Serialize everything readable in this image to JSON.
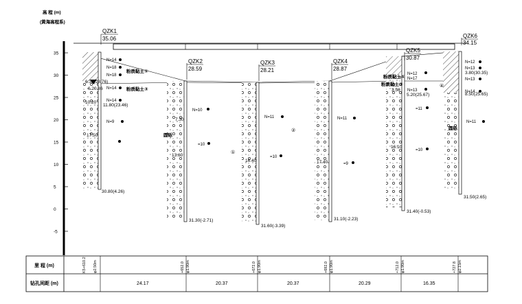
{
  "header": {
    "line1": "高 程 (m)",
    "line2": "(黄海高程系)"
  },
  "elev_scale": {
    "ticks": [
      "35",
      "30",
      "25",
      "20",
      "15",
      "10",
      "5",
      "0",
      "-5"
    ]
  },
  "boreholes": [
    {
      "id": "QZK1",
      "elev": "35.06",
      "depth_label": "30.80(4.26)",
      "layer_depths": [
        "6.30(28.76)",
        "10.20",
        "11.80(23.46)",
        "17.50"
      ],
      "water": "6.20.86",
      "n_values": [
        "N=14",
        "N=18",
        "N=18",
        "N=14",
        "N=14",
        "N=9"
      ],
      "soil_labels": [
        "粉质黏土①",
        "粉质黏土③"
      ]
    },
    {
      "id": "QZK2",
      "elev": "28.59",
      "depth_label": "31.30(-2.71)",
      "layer_depths": [
        "7.30",
        "13.60"
      ],
      "n_values": [
        "N=10",
        "=10"
      ],
      "soil_labels": [
        "圆砾"
      ]
    },
    {
      "id": "QZK3",
      "elev": "28.21",
      "depth_label": "31.60(-3.39)",
      "layer_depths": [
        "16.40"
      ],
      "n_values": [
        "N=11",
        "=10"
      ]
    },
    {
      "id": "QZK4",
      "elev": "28.87",
      "depth_label": "31.10(-2.23)",
      "layer_depths": [
        "17.40"
      ],
      "n_values": [
        "N=11",
        "=9"
      ]
    },
    {
      "id": "QZK5",
      "elev": "30.87",
      "depth_label": "31.40(-0.53)",
      "layer_depths": [
        "3.56",
        "5.20(25.67)",
        "16.10"
      ],
      "n_values": [
        "N=12",
        "N=17",
        "N=13",
        "=11",
        "=10"
      ],
      "soil_labels": [
        "粉质黏土①",
        "粉质黏土③"
      ]
    },
    {
      "id": "QZK6",
      "elev": "34.15",
      "depth_label": "31.50(2.65)",
      "layer_depths": [
        "3.80(30.35)",
        "8.50(25.65)"
      ],
      "n_values": [
        "N=12",
        "N=13",
        "N=13",
        "N=14",
        "N=11"
      ],
      "soil_labels": [
        "圆砾"
      ]
    }
  ],
  "table": {
    "row1_label": "里 程 (m)",
    "row2_label": "钻孔间距 (m)",
    "stations": [
      "K5+610.2",
      "+652.0",
      "+672.0",
      "+692.0",
      "+712.0",
      "+727.8"
    ],
    "station_notes": [
      "φ2.50m",
      "φ1.90m",
      "φ1.90m",
      "φ1.90m",
      "φ1.90m",
      "φ2.15m"
    ],
    "spacings": [
      "24.17",
      "20.37",
      "20.37",
      "20.29",
      "16.35"
    ]
  },
  "misc": {
    "circle_marks": [
      "①",
      "②",
      "④"
    ]
  }
}
